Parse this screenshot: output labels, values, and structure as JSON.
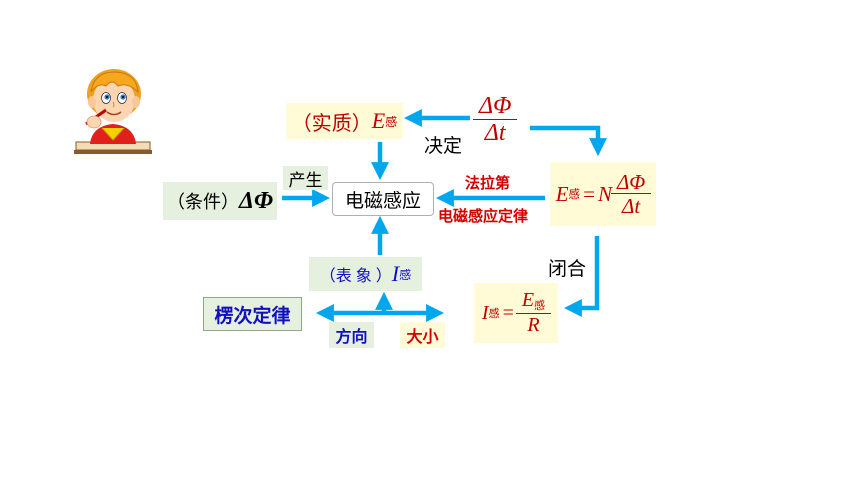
{
  "colors": {
    "arrow": "#00a7ec",
    "red": "#c00000",
    "formula_bg": "#fffbd6",
    "label_bg": "#e5f0de",
    "blue_text": "#1010c0",
    "red_label": "#d40000"
  },
  "illustration": {
    "icon": "thinking-boy-icon"
  },
  "nodes": {
    "essence": {
      "prefix": "（实质）",
      "symbol": "E",
      "subscript": "感"
    },
    "condition": {
      "prefix": "（条件）",
      "symbol": "ΔΦ"
    },
    "center": {
      "label": "电磁感应"
    },
    "appearance": {
      "prefix": "（表 象 ）",
      "symbol": "I",
      "subscript": "感"
    },
    "lenz": {
      "label": "楞次定律"
    },
    "direction": {
      "label": "方向"
    },
    "magnitude": {
      "label": "大小"
    },
    "rate": {
      "numerator": "ΔΦ",
      "denominator": "Δt"
    },
    "faraday_formula": {
      "lhs": "E",
      "lhs_sub": "感",
      "eq": "=",
      "coef": "N",
      "numerator": "ΔΦ",
      "denominator": "Δt"
    },
    "ohm_formula": {
      "lhs": "I",
      "lhs_sub": "感",
      "eq": "=",
      "numerator": "E",
      "numerator_sub": "感",
      "denominator": "R"
    }
  },
  "edge_labels": {
    "decide": "决定",
    "produce": "产生",
    "faraday_line1": "法拉第",
    "faraday_line2": "电磁感应定律",
    "closed": "闭合"
  }
}
